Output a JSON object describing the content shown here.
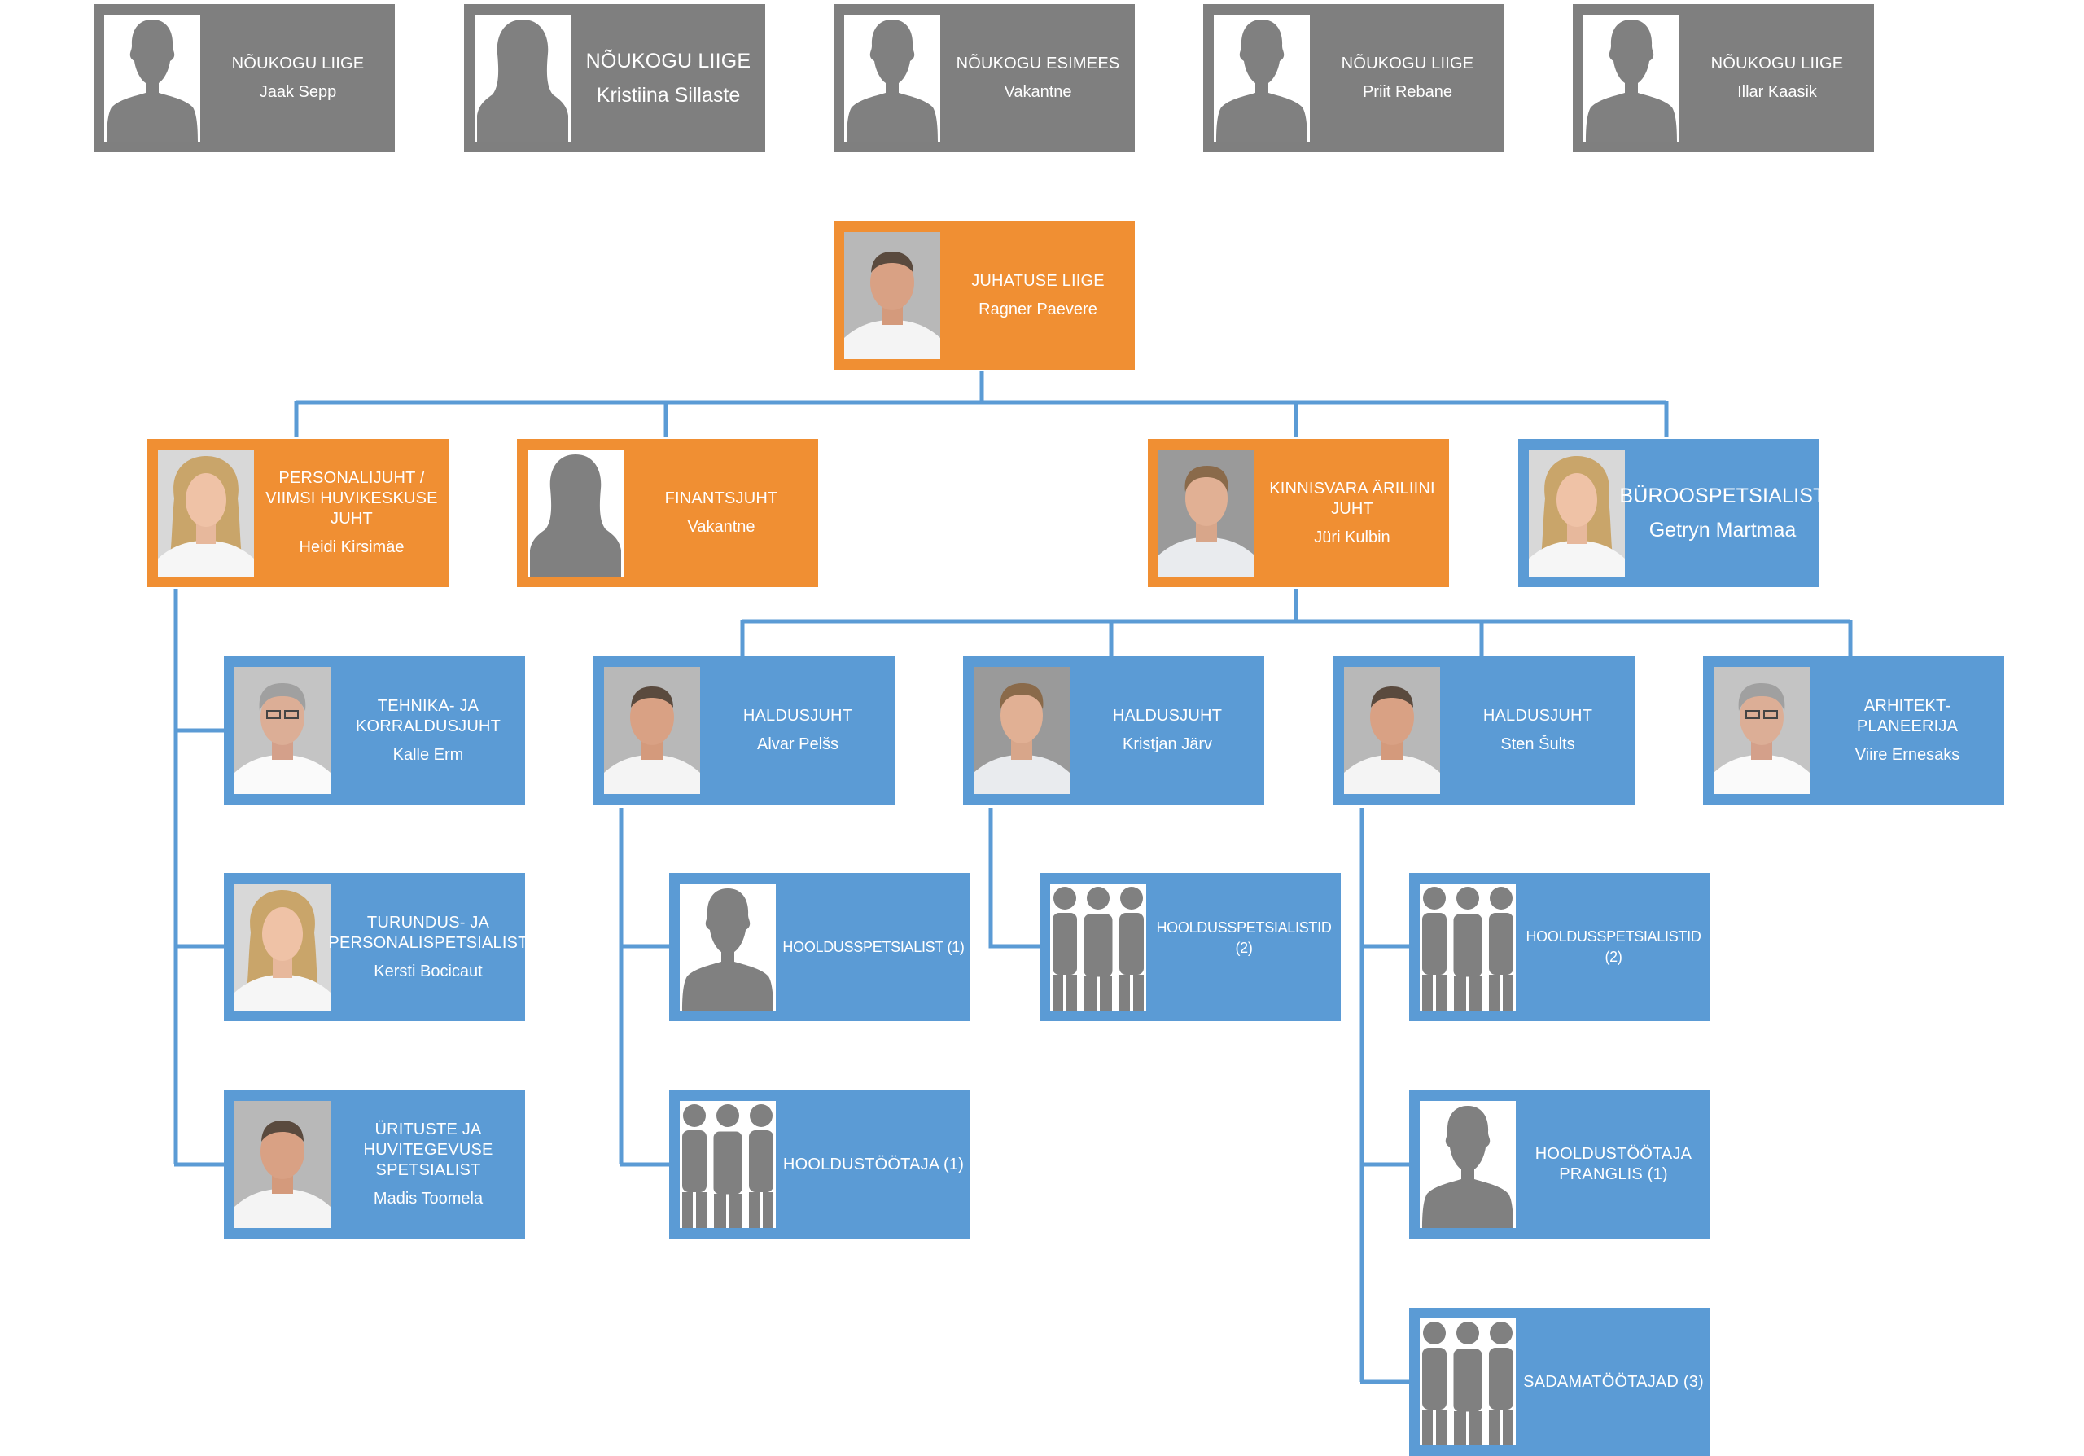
{
  "colors": {
    "board": "#7f7f7f",
    "management": "#f08f33",
    "staff": "#5b9bd5",
    "connector": "#5b9bd5",
    "silhouette": "#808080"
  },
  "board": [
    {
      "title": "NÕUKOGU LIIGE",
      "name": "Jaak Sepp",
      "icon": "male-silhouette-icon"
    },
    {
      "title": "NÕUKOGU LIIGE",
      "name": "Kristiina Sillaste",
      "icon": "female-silhouette-icon"
    },
    {
      "title": "NÕUKOGU ESIMEES",
      "name": "Vakantne",
      "icon": "male-silhouette-icon"
    },
    {
      "title": "NÕUKOGU LIIGE",
      "name": "Priit Rebane",
      "icon": "male-silhouette-icon"
    },
    {
      "title": "NÕUKOGU LIIGE",
      "name": "Illar Kaasik",
      "icon": "male-silhouette-icon"
    }
  ],
  "ceo": {
    "title": "JUHATUSE LIIGE",
    "name": "Ragner Paevere",
    "icon": "person-photo-icon"
  },
  "managers": [
    {
      "title": "PERSONALIJUHT / VIIMSI HUVIKESKUSE JUHT",
      "name": "Heidi Kirsimäe",
      "icon": "person-photo-icon"
    },
    {
      "title": "FINANTSJUHT",
      "name": "Vakantne",
      "icon": "female-silhouette-icon"
    },
    {
      "title": "KINNISVARA ÄRILIINI JUHT",
      "name": "Jüri Kulbin",
      "icon": "person-photo-icon"
    },
    {
      "title": "BÜROOSPETSIALIST",
      "name": "Getryn Martmaa",
      "icon": "person-photo-icon"
    }
  ],
  "hr_staff": [
    {
      "title": "TEHNIKA- JA KORRALDUSJUHT",
      "name": "Kalle Erm",
      "icon": "person-photo-icon"
    },
    {
      "title": "TURUNDUS- JA PERSONALISPETSIALIST",
      "name": "Kersti Bocicaut",
      "icon": "person-photo-icon"
    },
    {
      "title": "ÜRITUSTE JA HUVITEGEVUSE SPETSIALIST",
      "name": "Madis Toomela",
      "icon": "person-photo-icon"
    }
  ],
  "property_staff": [
    {
      "title": "HALDUSJUHT",
      "name": "Alvar Pelšs",
      "icon": "person-photo-icon"
    },
    {
      "title": "HALDUSJUHT",
      "name": "Kristjan Järv",
      "icon": "person-photo-icon"
    },
    {
      "title": "HALDUSJUHT",
      "name": "Sten Šults",
      "icon": "person-photo-icon"
    },
    {
      "title": "ARHITEKT-PLANEERIJA",
      "name": "Viire Ernesaks",
      "icon": "person-photo-icon"
    }
  ],
  "teams": [
    {
      "title": "HOOLDUSSPETSIALIST (1)",
      "icon": "male-silhouette-icon"
    },
    {
      "title": "HOOLDUSTÖÖTAJA (1)",
      "icon": "group-icon"
    },
    {
      "title": "HOOLDUSSPETSIALISTID (2)",
      "icon": "group-icon"
    },
    {
      "title": "HOOLDUSSPETSIALISTID (2)",
      "icon": "group-icon"
    },
    {
      "title": "HOOLDUSTÖÖTAJA PRANGLIS (1)",
      "icon": "male-silhouette-icon"
    },
    {
      "title": "SADAMATÖÖTAJAD (3)",
      "icon": "group-icon"
    }
  ]
}
